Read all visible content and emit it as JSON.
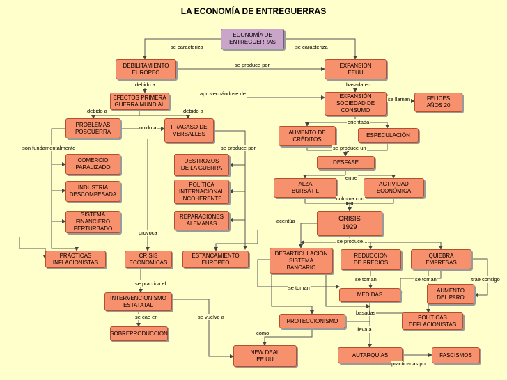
{
  "title": "LA ECONOMÍA DE ENTREGUERRAS",
  "nodes": {
    "root": "ECONOMÍA DE\nENTREGUERRAS",
    "debilitamiento": "DEBILITAMIENTO\nEUROPEO",
    "expansion_eeuu": "EXPANSIÓN\nEEUU",
    "efectos": "EFECTOS PRIMERA\nGUERRA MUNDIAL",
    "expansion_sociedad": "EXPANSIÓN\nSOCIEDAD DE\nCONSUMO",
    "felices": "FELICES\nAÑOS 20",
    "problemas": "PROBLEMAS\nPOSGUERRA",
    "fracaso": "FRACASO DE\nVERSALLES",
    "aumento_creditos": "AUMENTO DE\nCRÉDITOS",
    "especulacion": "ESPECULACIÓN",
    "comercio": "COMERCIO\nPARALIZADO",
    "destrozos": "DESTROZOS\nDE LA GUERRA",
    "desfase": "DESFASE",
    "industria": "INDUSTRIA\nDESCOMPESADA",
    "politica_int": "POLÍTICA\nINTERNACIONAL\nINCOHERENTE",
    "alza": "ALZA\nBURSÁTIL",
    "actividad": "ACTIVIDAD\nECONÓMICA",
    "sistema_fin": "SISTEMA\nFINANCIERO\nPERTURBADO",
    "reparaciones": "REPARACIONES\nALEMANAS",
    "crisis1929": "CRISIS\n1929",
    "practicas": "PRÁCTICAS\nINFLACIONISTAS",
    "crisis_econ": "CRISIS\nECONÓMICAS",
    "estancamiento": "ESTANCAMIENTO\nEUROPEO",
    "desarticulacion": "DESARTICULACIÓN\nSISTEMA\nBANCARIO",
    "reduccion": "REDUCCIÓN\nDE PRECIOS",
    "quiebra": "QUIEBRA\nEMPRESAS",
    "intervencionismo": "INTERVENCIONISMO\nESTATATAL",
    "medidas": "MEDIDAS",
    "aumento_paro": "AUMENTO\nDEL PARO",
    "proteccionismo": "PROTECCIONISMO",
    "politicas_defl": "POLÍTICAS\nDEFLACIONISTAS",
    "sobreproduccion": "SOBREPRODUCCIÓN",
    "new_deal": "NEW DEAL\nEE UU",
    "autarquias": "AUTARQUÍAS",
    "fascismos": "FASCISMOS"
  },
  "labels": {
    "se_caracteriza_1": "se caracteriza",
    "se_caracteriza_2": "se caracteriza",
    "se_produce_por_1": "se produce por",
    "debido_a_1": "debido a",
    "basada_en": "basada en",
    "aprovechandose_de": "aprovechándose de",
    "se_llaman": "se llaman",
    "debido_a_2": "debido a",
    "debido_a_3": "debido a",
    "orientada": "orientada",
    "unido_a": "unido a",
    "son_fundamentalmente": "son fundamentalmente",
    "se_produce_por_2": "se produce por",
    "se_produce_un": "se produce un",
    "entre": "entre",
    "culmina_con": "culmina con",
    "acentua": "acentúa",
    "provoca": "provoca",
    "se_produce": "se produce...",
    "se_toman_1": "se toman",
    "se_toman_2": "se toman",
    "se_toman_3": "se toman",
    "trae_consigo": "trae consigo",
    "se_practica_el": "se practica el",
    "basadas": "basadas",
    "se_cae_en": "se cae en",
    "se_vuelve_a": "se vuelve a",
    "lleva_a": "lleva a",
    "como": "como",
    "practicadas_por": "practicadas por"
  }
}
